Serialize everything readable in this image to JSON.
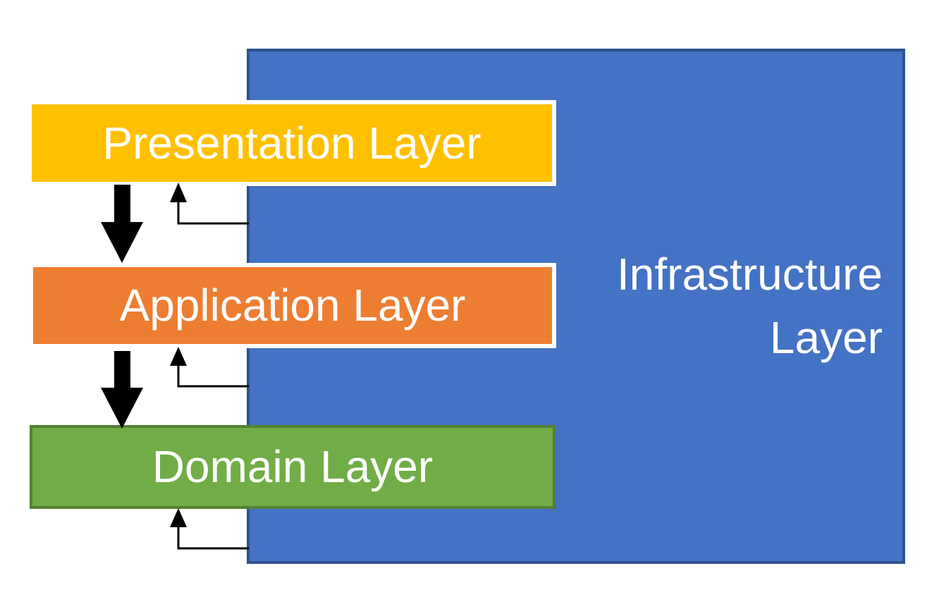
{
  "layers": [
    {
      "label": "Presentation Layer"
    },
    {
      "label": "Application Layer"
    },
    {
      "label": "Domain Layer"
    },
    {
      "label": "Infrastructure Layer"
    }
  ],
  "colors": {
    "presentation-fill": "#FFC000",
    "application-fill": "#ED7D31",
    "domain-fill": "#70AD47",
    "domain-border": "#538135",
    "infrastructure-fill": "#4472C4",
    "infrastructure-border": "#2F528F",
    "bar-outline": "#FFFFFF",
    "label-text": "#FFFFFF",
    "arrow": "#000000",
    "canvas-background": "#FFFFFF"
  }
}
